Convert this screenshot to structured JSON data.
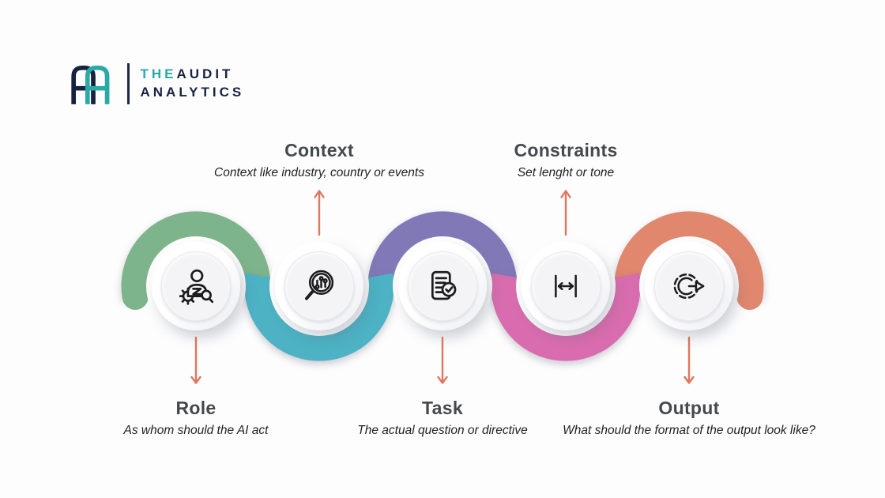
{
  "logo": {
    "monogram": "AA",
    "word_part1": "THE",
    "word_part2": "AUDIT",
    "word_line2": "ANALYTICS",
    "teal": "#2aa9a7",
    "navy": "#16233f"
  },
  "diagram": {
    "arrow_color": "#e0765e",
    "icon_color": "#1c1c1c",
    "steps": [
      {
        "id": "role",
        "title": "Role",
        "description": "As whom should the AI act",
        "arc_color": "#7eb48b",
        "icon": "person-gear-magnifier-icon",
        "label_side": "bottom"
      },
      {
        "id": "context",
        "title": "Context",
        "description": "Context like industry, country or events",
        "arc_color": "#4cb2c4",
        "icon": "magnifier-circuit-icon",
        "label_side": "top"
      },
      {
        "id": "task",
        "title": "Task",
        "description": "The actual question or directive",
        "arc_color": "#8179b7",
        "icon": "checklist-document-icon",
        "label_side": "bottom"
      },
      {
        "id": "constraints",
        "title": "Constraints",
        "description": "Set lenght or tone",
        "arc_color": "#d96cae",
        "icon": "width-constraint-icon",
        "label_side": "top"
      },
      {
        "id": "output",
        "title": "Output",
        "description": "What should the format of the output look like?",
        "arc_color": "#e0876e",
        "icon": "gear-arrow-output-icon",
        "label_side": "bottom"
      }
    ]
  }
}
